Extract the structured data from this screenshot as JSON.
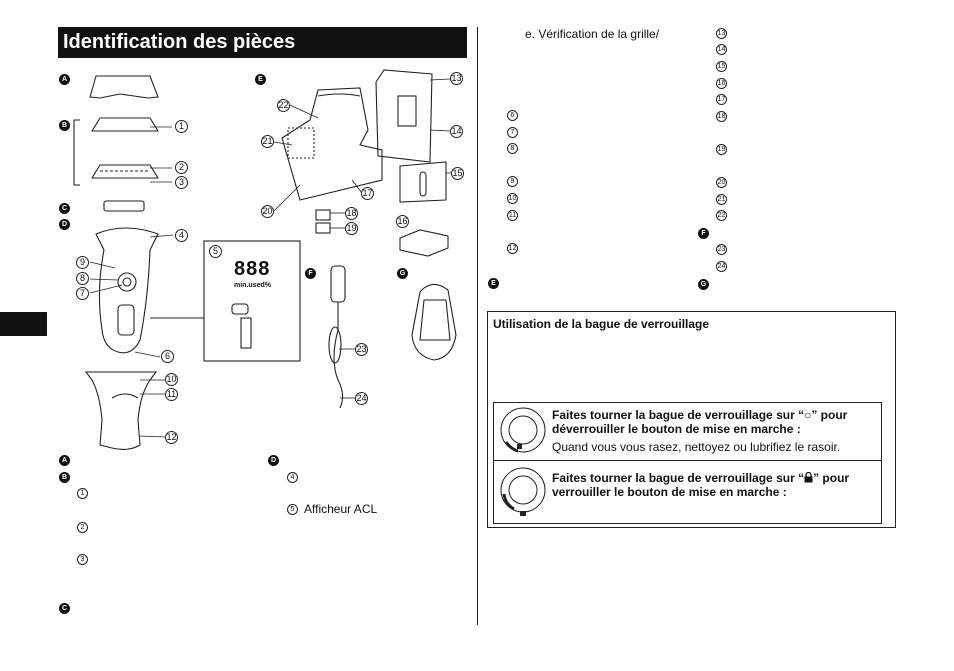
{
  "title": "Identification des pièces",
  "diagram": {
    "letters": {
      "A": "A",
      "B": "B",
      "C": "C",
      "D": "D",
      "E": "E",
      "F": "F",
      "G": "G"
    },
    "numbers": [
      "1",
      "2",
      "3",
      "4",
      "5",
      "6",
      "7",
      "8",
      "9",
      "10",
      "11",
      "12",
      "13",
      "14",
      "15",
      "16",
      "17",
      "18",
      "19",
      "20",
      "21",
      "22",
      "23",
      "24"
    ],
    "lcd": {
      "digits": "888",
      "unit": "min.used%"
    }
  },
  "left_legend": {
    "a": "A",
    "b": "B",
    "c": "C",
    "d": "D",
    "n1": "1",
    "n2": "2",
    "n3": "3",
    "n4": "4",
    "n5": "5",
    "n5_label": "Afficheur ACL"
  },
  "right_legend": {
    "item_e": "e. Vérification de la grille/",
    "n6": "6",
    "n7": "7",
    "n8": "8",
    "n9": "9",
    "n10": "10",
    "n11": "11",
    "n12": "12",
    "n13": "13",
    "n14": "14",
    "n15": "15",
    "n16": "16",
    "n17": "17",
    "n18": "18",
    "n19": "19",
    "n20": "20",
    "n21": "21",
    "n22": "22",
    "n23": "23",
    "n24": "24",
    "e": "E",
    "f": "F",
    "g": "G"
  },
  "lock_ring": {
    "heading": "Utilisation de la bague de verrouillage",
    "unlock_title": "Faites tourner la bague de verrouillage sur “○” pour déverrouiller le bouton de mise en marche :",
    "unlock_note": "Quand vous vous rasez, nettoyez ou lubrifiez le rasoir.",
    "lock_title_a": "Faites tourner la bague de verrouillage sur “",
    "lock_title_b": "” pour verrouiller le bouton de mise en marche :"
  },
  "colors": {
    "ink": "#111111",
    "background": "#ffffff"
  }
}
